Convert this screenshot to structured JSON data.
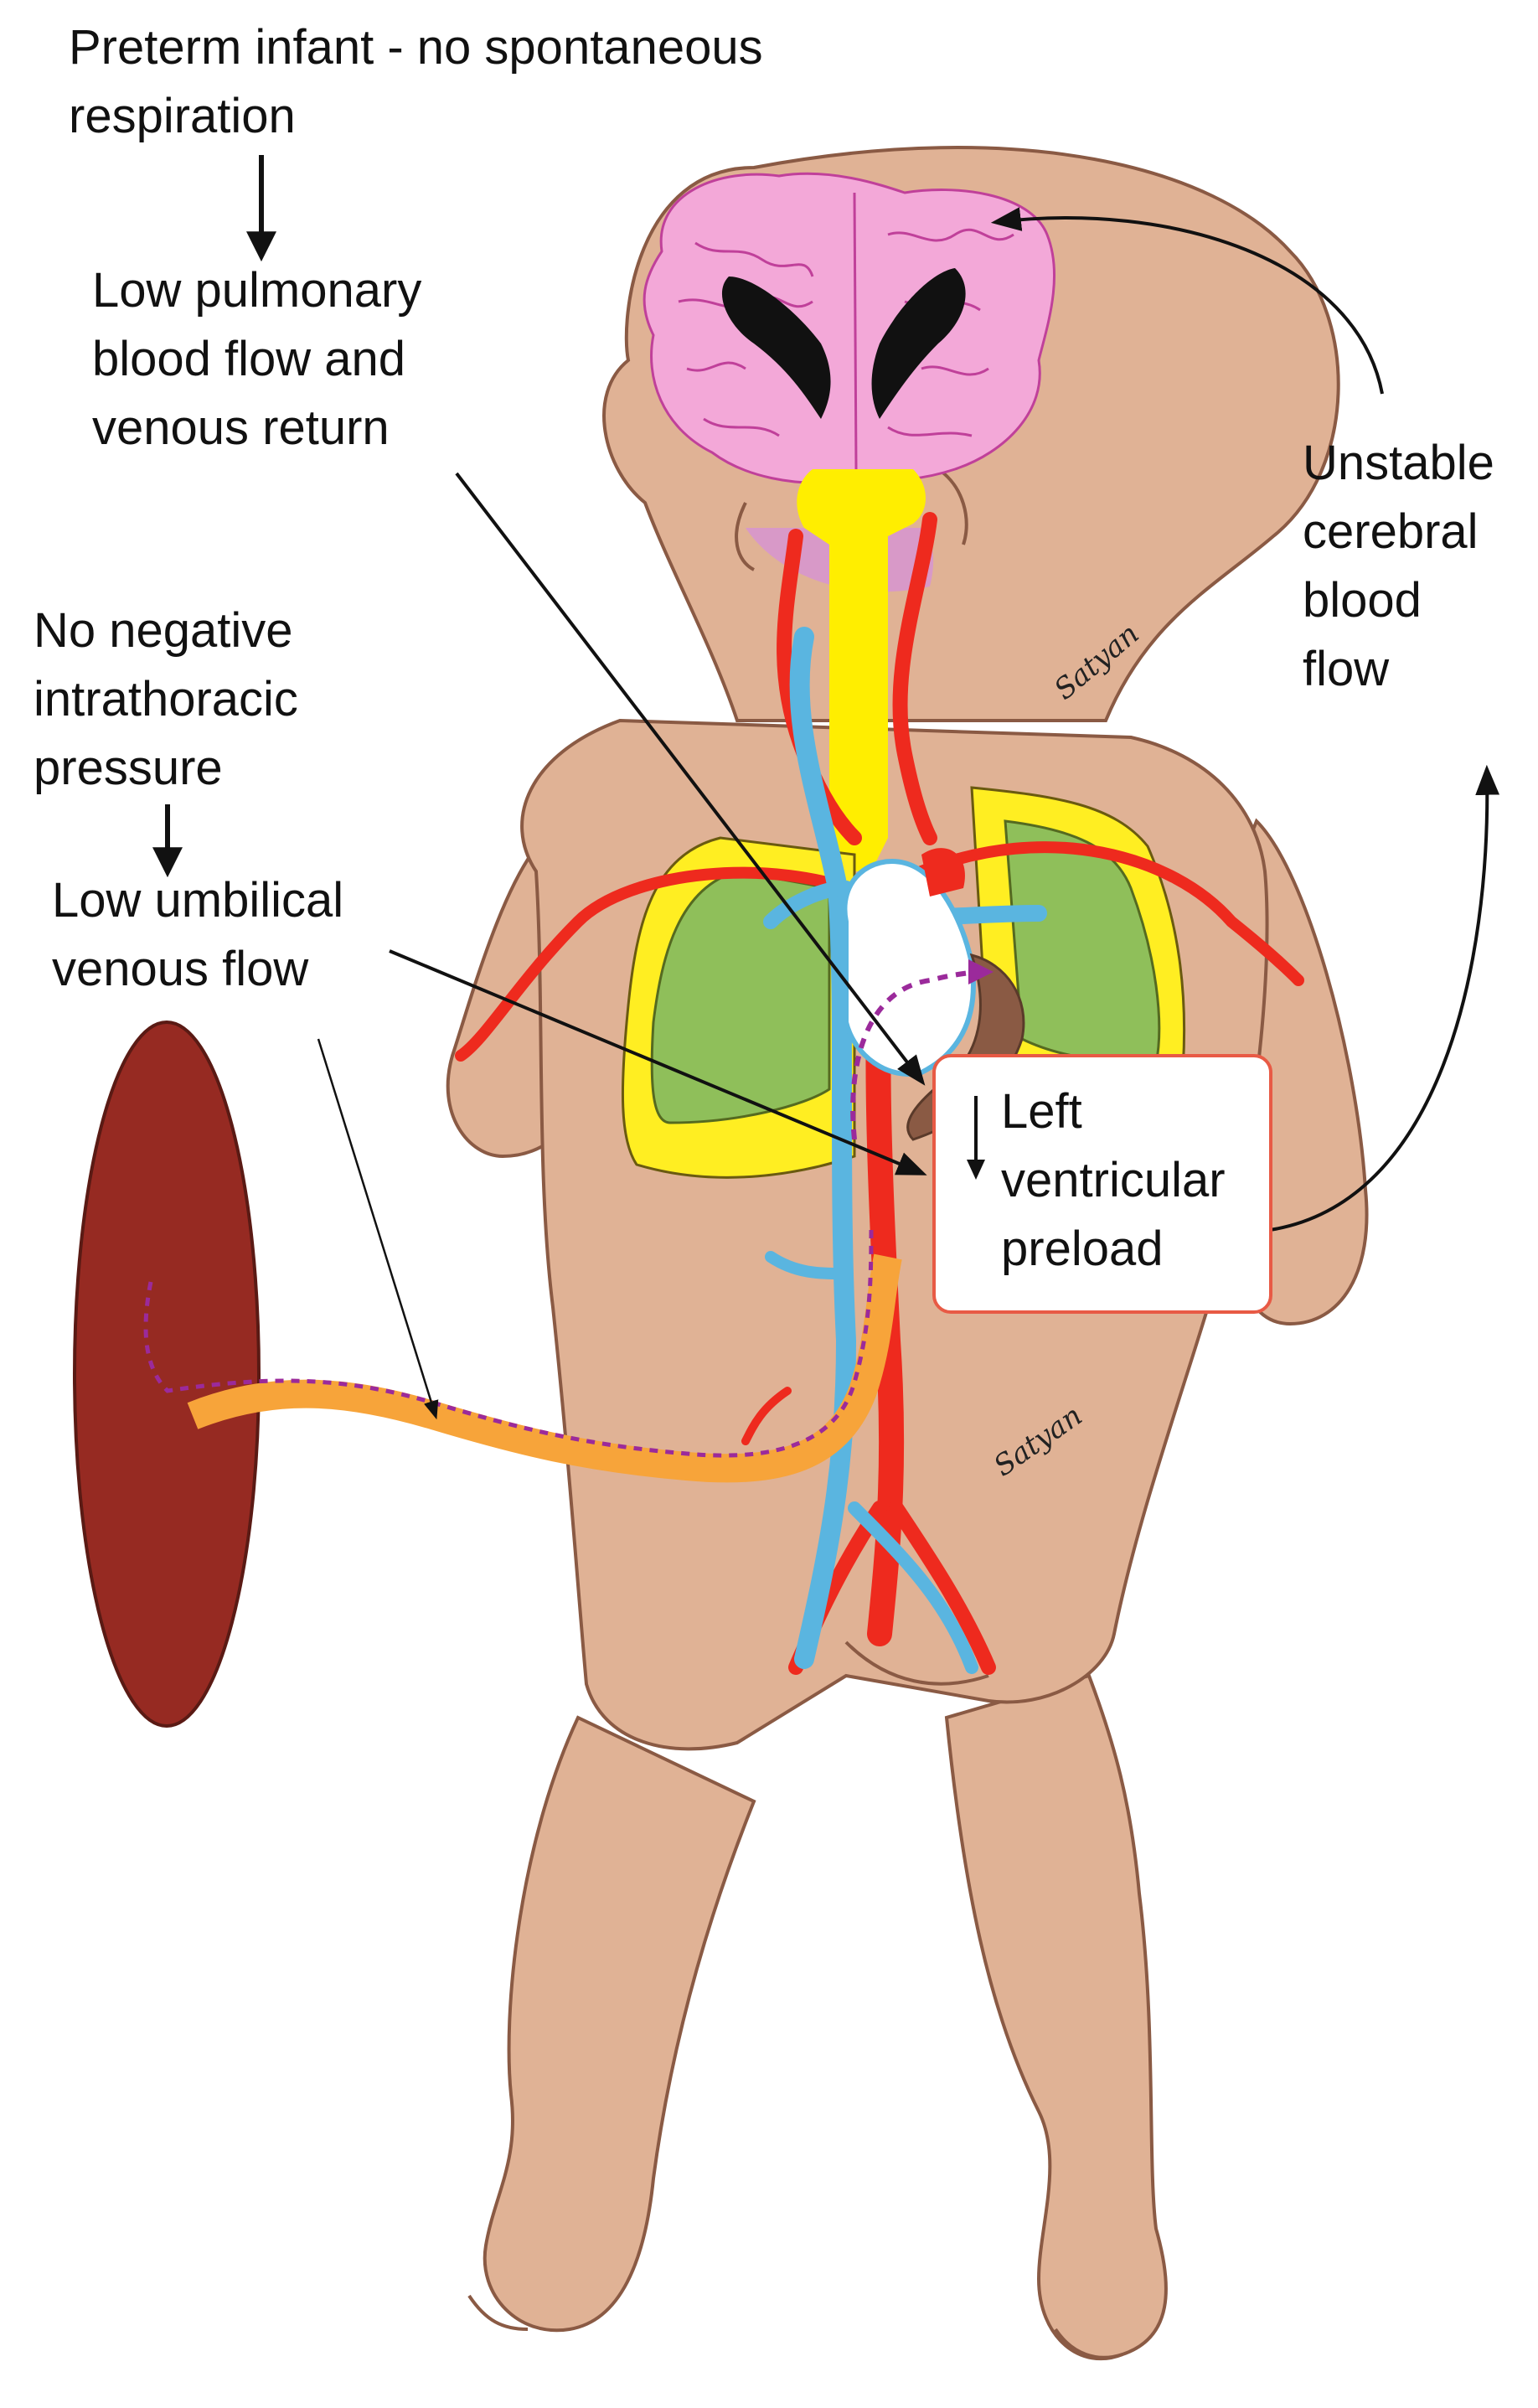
{
  "labels": {
    "top": [
      "Preterm infant - no spontaneous",
      "respiration"
    ],
    "pulmonary": [
      "Low  pulmonary",
      "blood flow and",
      "venous return"
    ],
    "intrathoracic": [
      "No negative",
      "intrathoracic",
      "pressure"
    ],
    "umbilical": [
      "Low umbilical",
      "venous flow"
    ],
    "cerebral": [
      "Unstable",
      "cerebral",
      "blood",
      "flow"
    ],
    "preload": [
      "Left",
      "ventricular",
      "preload"
    ]
  },
  "signature": "Satyan",
  "colors": {
    "skin": "#e0b295",
    "skin_outline": "#8a5a44",
    "brain": "#f3a8d8",
    "ventricles": "#111111",
    "spinal_cord": "#ffee00",
    "artery": "#ee2a1e",
    "vein": "#5ab5e0",
    "lung": "#8fbf5a",
    "pleura": "#ffee22",
    "placenta": "#962a22",
    "umbilical_cord": "#f7a43a",
    "flow_path": "#9b2a9b",
    "box_border": "#e85a45"
  }
}
